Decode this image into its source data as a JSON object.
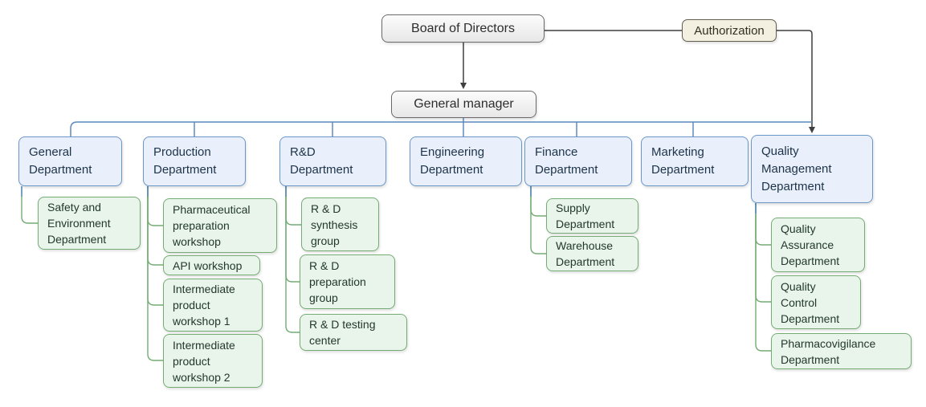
{
  "diagram_type": "organization-chart",
  "nodes": {
    "board": "Board of Directors",
    "authorization": "Authorization",
    "manager": "General manager",
    "dept_general": "General Department",
    "dept_production": "Production Department",
    "dept_rd": "R&D Department",
    "dept_engineering": "Engineering Department",
    "dept_finance": "Finance Department",
    "dept_marketing": "Marketing Department",
    "dept_quality": "Quality Management Department",
    "sub_safety": "Safety and Environment Department",
    "sub_pharma_prep": "Pharmaceutical preparation workshop",
    "sub_api": "API workshop",
    "sub_ipw1": "Intermediate product workshop 1",
    "sub_ipw2": "Intermediate product workshop 2",
    "sub_rd_synthesis": "R & D synthesis group",
    "sub_rd_preparation": "R & D preparation group",
    "sub_rd_testing": "R & D testing center",
    "sub_supply": "Supply Department",
    "sub_warehouse": "Warehouse Department",
    "sub_qa": "Quality Assurance Department",
    "sub_qc": "Quality Control Department",
    "sub_pv": "Pharmacovigilance Department"
  },
  "edges": [
    {
      "from": "board",
      "to": "manager",
      "style": "arrow"
    },
    {
      "from": "board",
      "to": "authorization",
      "style": "line"
    },
    {
      "from": "authorization",
      "to": "dept_quality",
      "style": "arrow"
    },
    {
      "from": "manager",
      "to": "dept_general",
      "style": "tree"
    },
    {
      "from": "manager",
      "to": "dept_production",
      "style": "tree"
    },
    {
      "from": "manager",
      "to": "dept_rd",
      "style": "tree"
    },
    {
      "from": "manager",
      "to": "dept_engineering",
      "style": "tree"
    },
    {
      "from": "manager",
      "to": "dept_finance",
      "style": "tree"
    },
    {
      "from": "manager",
      "to": "dept_marketing",
      "style": "tree"
    },
    {
      "from": "manager",
      "to": "dept_quality",
      "style": "tree"
    },
    {
      "from": "dept_general",
      "to": "sub_safety",
      "style": "branch"
    },
    {
      "from": "dept_production",
      "to": "sub_pharma_prep",
      "style": "branch"
    },
    {
      "from": "dept_production",
      "to": "sub_api",
      "style": "branch"
    },
    {
      "from": "dept_production",
      "to": "sub_ipw1",
      "style": "branch"
    },
    {
      "from": "dept_production",
      "to": "sub_ipw2",
      "style": "branch"
    },
    {
      "from": "dept_rd",
      "to": "sub_rd_synthesis",
      "style": "branch"
    },
    {
      "from": "dept_rd",
      "to": "sub_rd_preparation",
      "style": "branch"
    },
    {
      "from": "dept_rd",
      "to": "sub_rd_testing",
      "style": "branch"
    },
    {
      "from": "dept_finance",
      "to": "sub_supply",
      "style": "branch"
    },
    {
      "from": "dept_finance",
      "to": "sub_warehouse",
      "style": "branch"
    },
    {
      "from": "dept_quality",
      "to": "sub_qa",
      "style": "branch"
    },
    {
      "from": "dept_quality",
      "to": "sub_qc",
      "style": "branch"
    },
    {
      "from": "dept_quality",
      "to": "sub_pv",
      "style": "branch"
    }
  ],
  "colors": {
    "executive_fill": "#eeeeee",
    "executive_border": "#6a6a6a",
    "authorization_fill": "#f3f0e1",
    "authorization_border": "#61604e",
    "department_fill": "#e9f0fb",
    "department_border": "#6b96c9",
    "department_text": "#1d3349",
    "sub_fill": "#e9f4ea",
    "sub_border": "#74ac74",
    "sub_text": "#22392c",
    "connector_blue": "#5b8ac0",
    "connector_green": "#74ac74",
    "connector_dark": "#3f3f3f"
  }
}
